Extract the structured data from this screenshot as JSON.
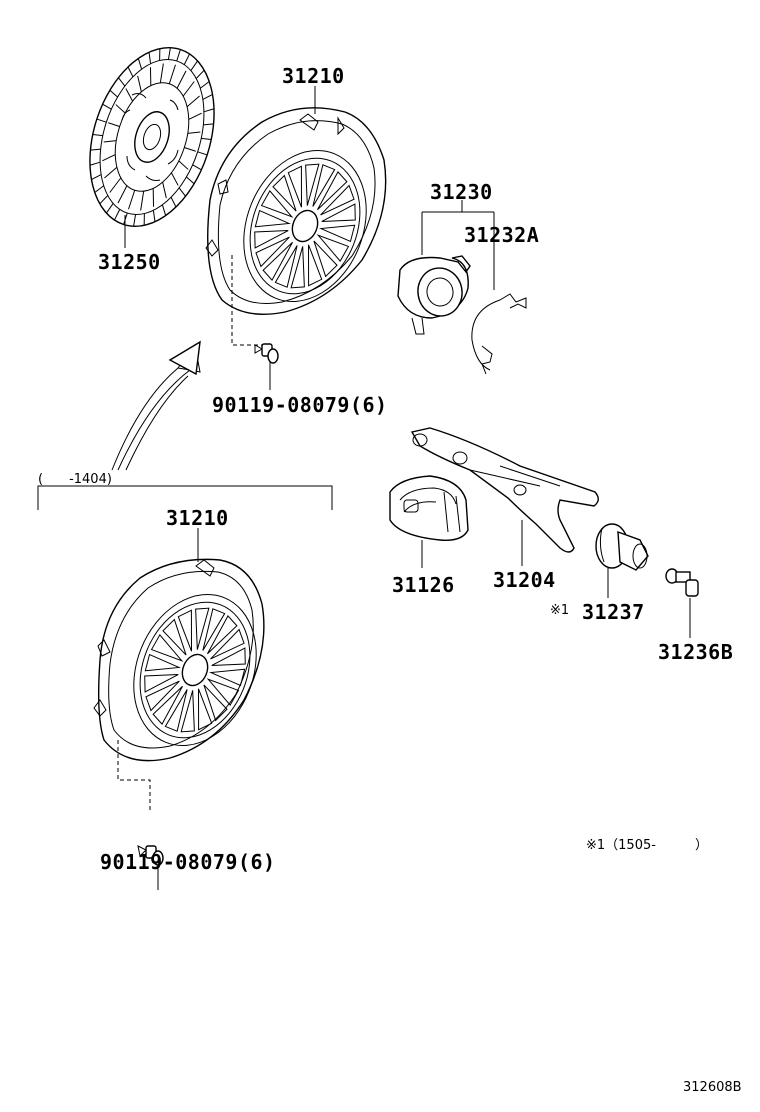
{
  "parts": {
    "p31250": "31250",
    "p31210_top": "31210",
    "p31230": "31230",
    "p31232a": "31232A",
    "bolt_top": "90119-08079(6)",
    "p31210_bottom": "31210",
    "bolt_bottom": "90119-08079(6)",
    "p31126": "31126",
    "p31204": "31204",
    "p31237": "31237",
    "p31236b": "31236B"
  },
  "notes": {
    "date_range_top": "(　　-1404)",
    "mark_31237": "※1",
    "footnote": "※1（1505-　　　）",
    "illustration_ref": "312608B"
  },
  "icons": [
    "clutch-disc-icon",
    "pressure-plate-icon",
    "release-bearing-icon",
    "clip-icon",
    "bolt-icon",
    "boot-icon",
    "release-fork-icon",
    "pivot-icon",
    "stud-icon",
    "arrow-icon"
  ]
}
